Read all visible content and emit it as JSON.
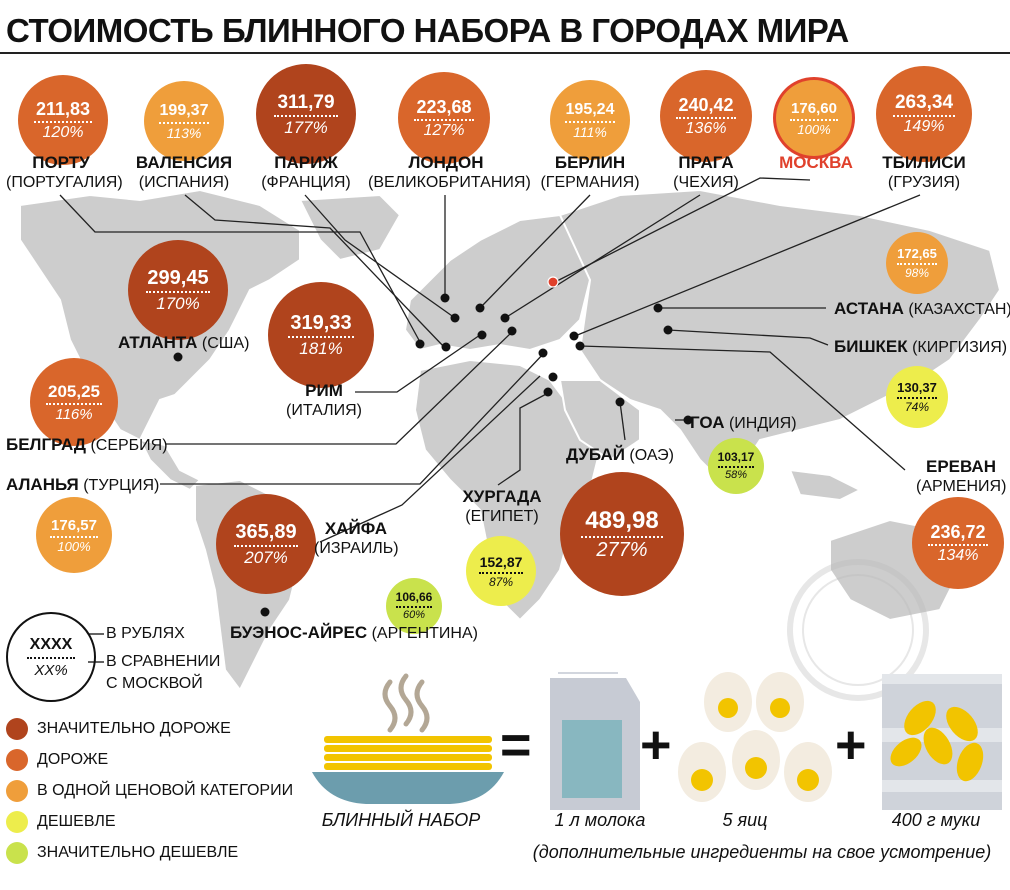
{
  "title": "СТОИМОСТЬ БЛИННОГО НАБОРА В ГОРОДАХ МИРА",
  "colors": {
    "much_more": "#b0441d",
    "more": "#d9662b",
    "same": "#ef9e3b",
    "cheaper": "#eded4c",
    "much_cheaper": "#c9e24c",
    "moscow_accent": "#e0412c",
    "map": "#c9c9c9"
  },
  "cities": [
    {
      "id": "porto",
      "price": "211,83",
      "pct": "120%",
      "name": "ПОРТУ",
      "country": "(ПОРТУГАЛИЯ)",
      "tier": "more"
    },
    {
      "id": "valencia",
      "price": "199,37",
      "pct": "113%",
      "name": "ВАЛЕНСИЯ",
      "country": "(ИСПАНИЯ)",
      "tier": "same"
    },
    {
      "id": "paris",
      "price": "311,79",
      "pct": "177%",
      "name": "ПАРИЖ",
      "country": "(ФРАНЦИЯ)",
      "tier": "much_more"
    },
    {
      "id": "london",
      "price": "223,68",
      "pct": "127%",
      "name": "ЛОНДОН",
      "country": "(ВЕЛИКОБРИТАНИЯ)",
      "tier": "more"
    },
    {
      "id": "berlin",
      "price": "195,24",
      "pct": "111%",
      "name": "БЕРЛИН",
      "country": "(ГЕРМАНИЯ)",
      "tier": "same"
    },
    {
      "id": "prague",
      "price": "240,42",
      "pct": "136%",
      "name": "ПРАГА",
      "country": "(ЧЕХИЯ)",
      "tier": "more"
    },
    {
      "id": "moscow",
      "price": "176,60",
      "pct": "100%",
      "name": "МОСКВА",
      "country": "",
      "tier": "same"
    },
    {
      "id": "tbilisi",
      "price": "263,34",
      "pct": "149%",
      "name": "ТБИЛИСИ",
      "country": "(ГРУЗИЯ)",
      "tier": "more"
    },
    {
      "id": "atlanta",
      "price": "299,45",
      "pct": "170%",
      "name": "АТЛАНТА",
      "country": "(США)",
      "tier": "much_more"
    },
    {
      "id": "rome",
      "price": "319,33",
      "pct": "181%",
      "name": "РИМ",
      "country": "(ИТАЛИЯ)",
      "tier": "much_more"
    },
    {
      "id": "astana",
      "price": "172,65",
      "pct": "98%",
      "name": "АСТАНА",
      "country": "(КАЗАХСТАН)",
      "tier": "same"
    },
    {
      "id": "bishkek",
      "price": "130,37",
      "pct": "74%",
      "name": "БИШКЕК",
      "country": "(КИРГИЗИЯ)",
      "tier": "cheaper"
    },
    {
      "id": "belgrade",
      "price": "205,25",
      "pct": "116%",
      "name": "БЕЛГРАД",
      "country": "(СЕРБИЯ)",
      "tier": "more"
    },
    {
      "id": "goa",
      "price": "103,17",
      "pct": "58%",
      "name": "ГОА",
      "country": "(ИНДИЯ)",
      "tier": "much_cheaper"
    },
    {
      "id": "dubai",
      "price": "489,98",
      "pct": "277%",
      "name": "ДУБАЙ",
      "country": "(ОАЭ)",
      "tier": "much_more"
    },
    {
      "id": "alanya",
      "price": "176,57",
      "pct": "100%",
      "name": "АЛАНЬЯ",
      "country": "(ТУРЦИЯ)",
      "tier": "same"
    },
    {
      "id": "hurghada",
      "price": "152,87",
      "pct": "87%",
      "name": "ХУРГАДА",
      "country": "(ЕГИПЕТ)",
      "tier": "cheaper"
    },
    {
      "id": "yerevan",
      "price": "236,72",
      "pct": "134%",
      "name": "ЕРЕВАН",
      "country": "(АРМЕНИЯ)",
      "tier": "more"
    },
    {
      "id": "haifa",
      "price": "365,89",
      "pct": "207%",
      "name": "ХАЙФА",
      "country": "(ИЗРАИЛЬ)",
      "tier": "much_more"
    },
    {
      "id": "buenos",
      "price": "106,66",
      "pct": "60%",
      "name": "БУЭНОС-АЙРЕС",
      "country": "(АРГЕНТИНА)",
      "tier": "much_cheaper"
    }
  ],
  "key": {
    "placeholder_price": "XXXX",
    "placeholder_pct": "XX%",
    "price_label": "В РУБЛЯХ",
    "pct_label_1": "В СРАВНЕНИИ",
    "pct_label_2": "С МОСКВОЙ"
  },
  "legend": [
    {
      "tier": "much_more",
      "label": "ЗНАЧИТЕЛЬНО ДОРОЖЕ"
    },
    {
      "tier": "more",
      "label": "ДОРОЖЕ"
    },
    {
      "tier": "same",
      "label": "В ОДНОЙ ЦЕНОВОЙ КАТЕГОРИИ"
    },
    {
      "tier": "cheaper",
      "label": "ДЕШЕВЛЕ"
    },
    {
      "tier": "much_cheaper",
      "label": "ЗНАЧИТЕЛЬНО ДЕШЕВЛЕ"
    }
  ],
  "formula": {
    "set_label": "БЛИННЫЙ НАБОР",
    "equals": "=",
    "plus": "+",
    "milk_label": "1 л молока",
    "eggs_label": "5 яиц",
    "flour_label": "400 г муки",
    "note": "(дополнительные ингредиенты на свое усмотрение)"
  }
}
